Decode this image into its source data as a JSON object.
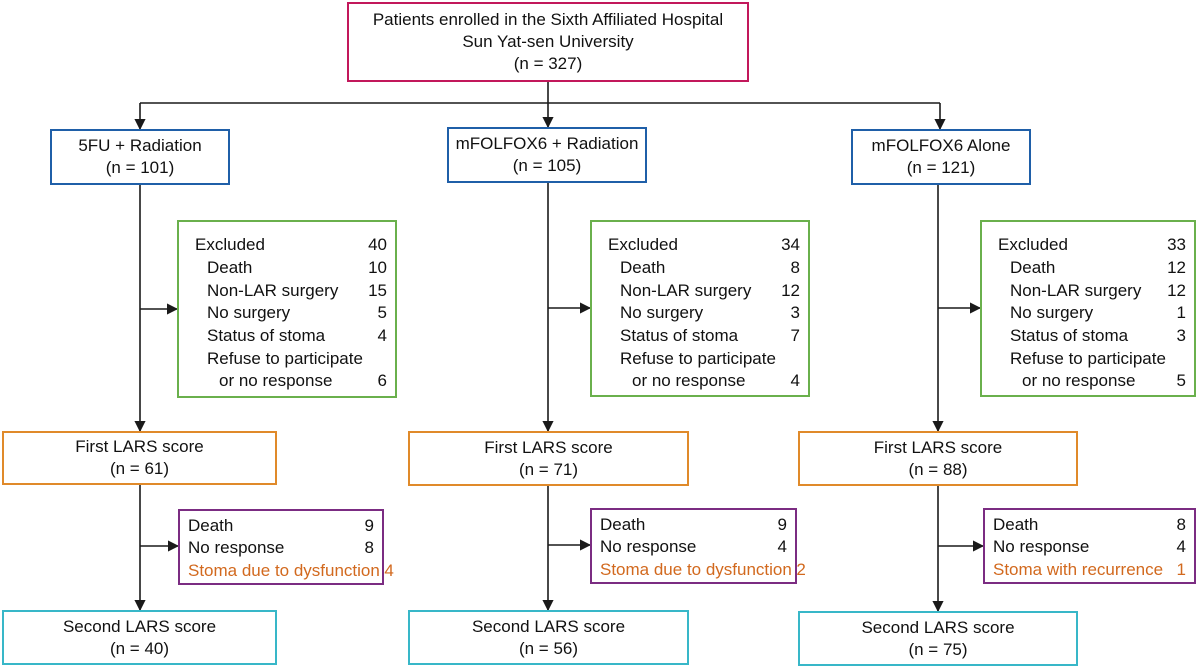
{
  "colors": {
    "root": "#c2185b",
    "arm": "#1f5fa8",
    "excluded": "#6ab04c",
    "first": "#e08a2a",
    "loss": "#7b2c82",
    "second": "#38b7c8",
    "stoma_text": "#d2691e",
    "arrow": "#1a1a1a"
  },
  "root": {
    "line1": "Patients enrolled in the Sixth Affiliated Hospital",
    "line2": "Sun Yat-sen University",
    "line3": "(n = 327)"
  },
  "arms": [
    {
      "name": "5FU + Radiation",
      "n": "(n = 101)",
      "excluded": {
        "title": "Excluded",
        "total": "40",
        "death_label": "Death",
        "death": "10",
        "nonlar_label": "Non-LAR surgery",
        "nonlar": "15",
        "nosurgery_label": "No surgery",
        "nosurgery": "5",
        "stoma_label": "Status of stoma",
        "stoma": "4",
        "refuse_label1": "Refuse to participate",
        "refuse_label2": "or no response",
        "refuse": "6"
      },
      "first": {
        "title": "First LARS score",
        "n": "(n = 61)"
      },
      "loss": {
        "death_label": "Death",
        "death": "9",
        "noresp_label": "No response",
        "noresp": "8",
        "stoma_label": "Stoma due to dysfunction",
        "stoma": "4"
      },
      "second": {
        "title": "Second LARS score",
        "n": "(n = 40)"
      }
    },
    {
      "name": "mFOLFOX6 + Radiation",
      "n": "(n = 105)",
      "excluded": {
        "title": "Excluded",
        "total": "34",
        "death_label": "Death",
        "death": "8",
        "nonlar_label": "Non-LAR surgery",
        "nonlar": "12",
        "nosurgery_label": "No surgery",
        "nosurgery": "3",
        "stoma_label": "Status of stoma",
        "stoma": "7",
        "refuse_label1": "Refuse to participate",
        "refuse_label2": "or no response",
        "refuse": "4"
      },
      "first": {
        "title": "First LARS score",
        "n": "(n = 71)"
      },
      "loss": {
        "death_label": "Death",
        "death": "9",
        "noresp_label": "No response",
        "noresp": "4",
        "stoma_label": "Stoma due to dysfunction",
        "stoma": "2"
      },
      "second": {
        "title": "Second LARS score",
        "n": "(n = 56)"
      }
    },
    {
      "name": "mFOLFOX6 Alone",
      "n": "(n = 121)",
      "excluded": {
        "title": "Excluded",
        "total": "33",
        "death_label": "Death",
        "death": "12",
        "nonlar_label": "Non-LAR surgery",
        "nonlar": "12",
        "nosurgery_label": "No surgery",
        "nosurgery": "1",
        "stoma_label": "Status of stoma",
        "stoma": "3",
        "refuse_label1": "Refuse to participate",
        "refuse_label2": "or no response",
        "refuse": "5"
      },
      "first": {
        "title": "First LARS score",
        "n": "(n = 88)"
      },
      "loss": {
        "death_label": "Death",
        "death": "8",
        "noresp_label": "No response",
        "noresp": "4",
        "stoma_label": "Stoma with recurrence",
        "stoma": "1"
      },
      "second": {
        "title": "Second LARS score",
        "n": "(n = 75)"
      }
    }
  ]
}
